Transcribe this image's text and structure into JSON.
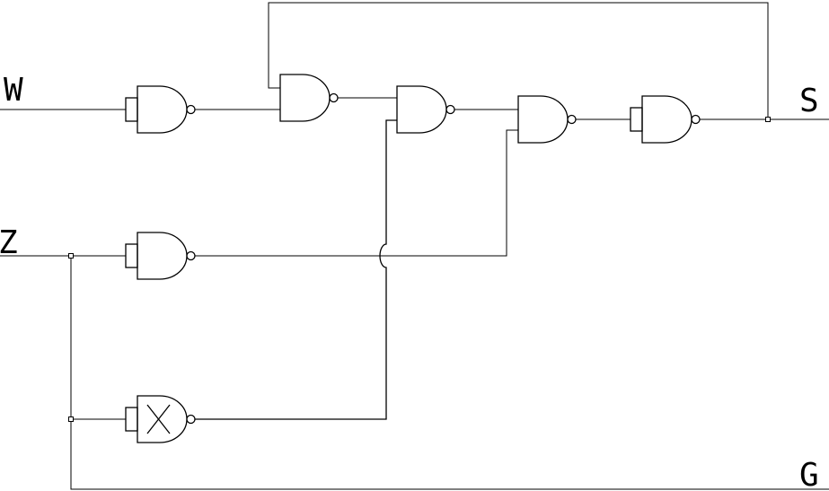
{
  "diagram": {
    "kind": "logic-gate-schematic",
    "colors": {
      "background": "#ffffff",
      "line": "#000000"
    },
    "labels": {
      "w": "W",
      "z": "Z",
      "s": "S",
      "g": "G"
    },
    "gates": [
      {
        "name": "gate-1",
        "symbol": "nand-single-input",
        "inputs": [
          "W"
        ],
        "output_to": "gate-2 lower input"
      },
      {
        "name": "gate-2",
        "symbol": "nand-2-input",
        "inputs": [
          "feedback from S node via top wire",
          "gate-1 output"
        ],
        "output_to": "gate-3 upper input"
      },
      {
        "name": "gate-3",
        "symbol": "nand-2-input",
        "inputs": [
          "gate-2 output",
          "gate-7 output"
        ],
        "output_to": "gate-4 upper input"
      },
      {
        "name": "gate-4",
        "symbol": "nand-2-input",
        "inputs": [
          "gate-3 output",
          "gate-6 output"
        ],
        "output_to": "gate-5 input"
      },
      {
        "name": "gate-5",
        "symbol": "nand-single-input",
        "inputs": [
          "gate-4 output"
        ],
        "output_to": "S output line"
      },
      {
        "name": "gate-6",
        "symbol": "nand-single-input",
        "inputs": [
          "Z"
        ],
        "output_to": "gate-4 lower input"
      },
      {
        "name": "gate-7",
        "symbol": "nand-single-input-x-marked",
        "inputs": [
          "Z branch"
        ],
        "output_to": "gate-3 lower input"
      }
    ],
    "wire_features": {
      "junction_dots": 3,
      "crossover_hop": "gate-7 output rises over gate-6 output wire",
      "bottom_rail": "Z branch runs along bottom edge to G label"
    }
  }
}
